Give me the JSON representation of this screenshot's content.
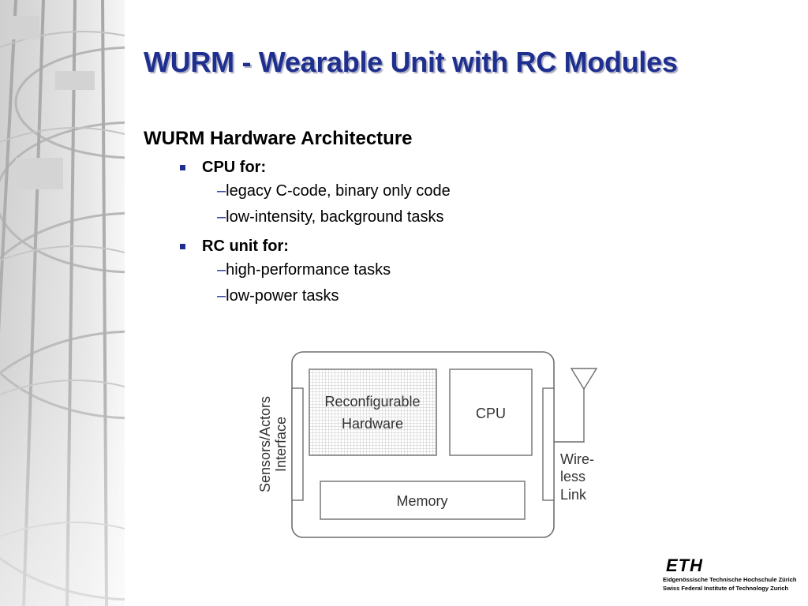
{
  "slide": {
    "title": "WURM - Wearable Unit with RC Modules",
    "heading": "WURM Hardware Architecture",
    "bullets": [
      {
        "label": "CPU for:",
        "subs": [
          "legacy C-code, binary only code",
          "low-intensity, background tasks"
        ]
      },
      {
        "label": "RC unit for:",
        "subs": [
          "high-performance tasks",
          "low-power tasks"
        ]
      }
    ],
    "dash": "–"
  },
  "diagram": {
    "rc_line1": "Reconfigurable",
    "rc_line2": "Hardware",
    "cpu": "CPU",
    "memory": "Memory",
    "sensors_line1": "Sensors/Actors",
    "sensors_line2": "Interface",
    "link_line1": "Wire-",
    "link_line2": "less",
    "link_line3": "Link"
  },
  "logo": {
    "mark": "ETH",
    "line1": "Eidgenössische Technische Hochschule Zürich",
    "line2": "Swiss Federal Institute of Technology Zurich"
  },
  "colors": {
    "accent": "#1f2f8f",
    "title_shadow": "#a9acc0"
  }
}
